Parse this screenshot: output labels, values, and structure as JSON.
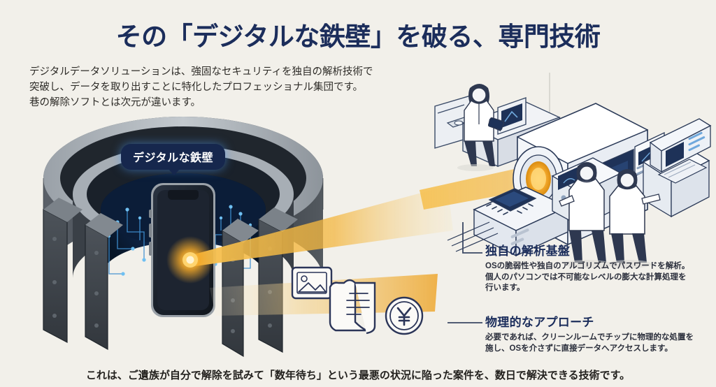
{
  "page": {
    "background_color": "#f2f0ea",
    "headline": "その「デジタルな鉄壁」を破る、専門技術",
    "headline_color": "#1b2d5b",
    "accent_color": "#f0a92e",
    "bottom_caption": "これは、ご遺族が自分で解除を試みて「数年待ち」という最悪の状況に陥った案件を、数日で解決できる技術です。"
  },
  "intro": {
    "line1": "デジタルデータソリューションは、強固なセキュリティを独自の解析技術で",
    "line2": "突破し、データを取り出すことに特化したプロフェッショナル集団です。",
    "line3": "巷の解除ソフトとは次元が違います。"
  },
  "illustration": {
    "badge_label": "デジタルな鉄壁",
    "badge_bg": "#16274d",
    "badge_text_color": "#ffffff",
    "vault_color": "#3f454c",
    "circuit_color": "#3f8fd0",
    "beam_color": "#f0a92e",
    "phone_screen_color": "#1d2430",
    "icons": [
      {
        "name": "photo-icon",
        "glyph": "image"
      },
      {
        "name": "document-scroll-icon",
        "glyph": "document"
      },
      {
        "name": "yen-coin-icon",
        "glyph": "¥"
      }
    ],
    "lab": {
      "machine_color": "#ffffff",
      "machine_outline": "#2b3a58",
      "aperture_color": "#f0a92e",
      "screen_color": "#1e3258",
      "staff_count": 3,
      "chip_label": "chip"
    }
  },
  "callouts": [
    {
      "id": "analysis",
      "title": "独自の解析基盤",
      "connector": "elbow",
      "body": [
        "OSの脆弱性や独自のアルゴリズムでパスワードを解析。",
        "個人のパソコンでは不可能なレベルの膨大な計算処理を",
        "行います。"
      ]
    },
    {
      "id": "physical",
      "title": "物理的なアプローチ",
      "connector": "line",
      "body": [
        "必要であれば、クリーンルームでチップに物理的な処置を",
        "施し、OSを介さずに直接データへアクセスします。"
      ]
    }
  ]
}
